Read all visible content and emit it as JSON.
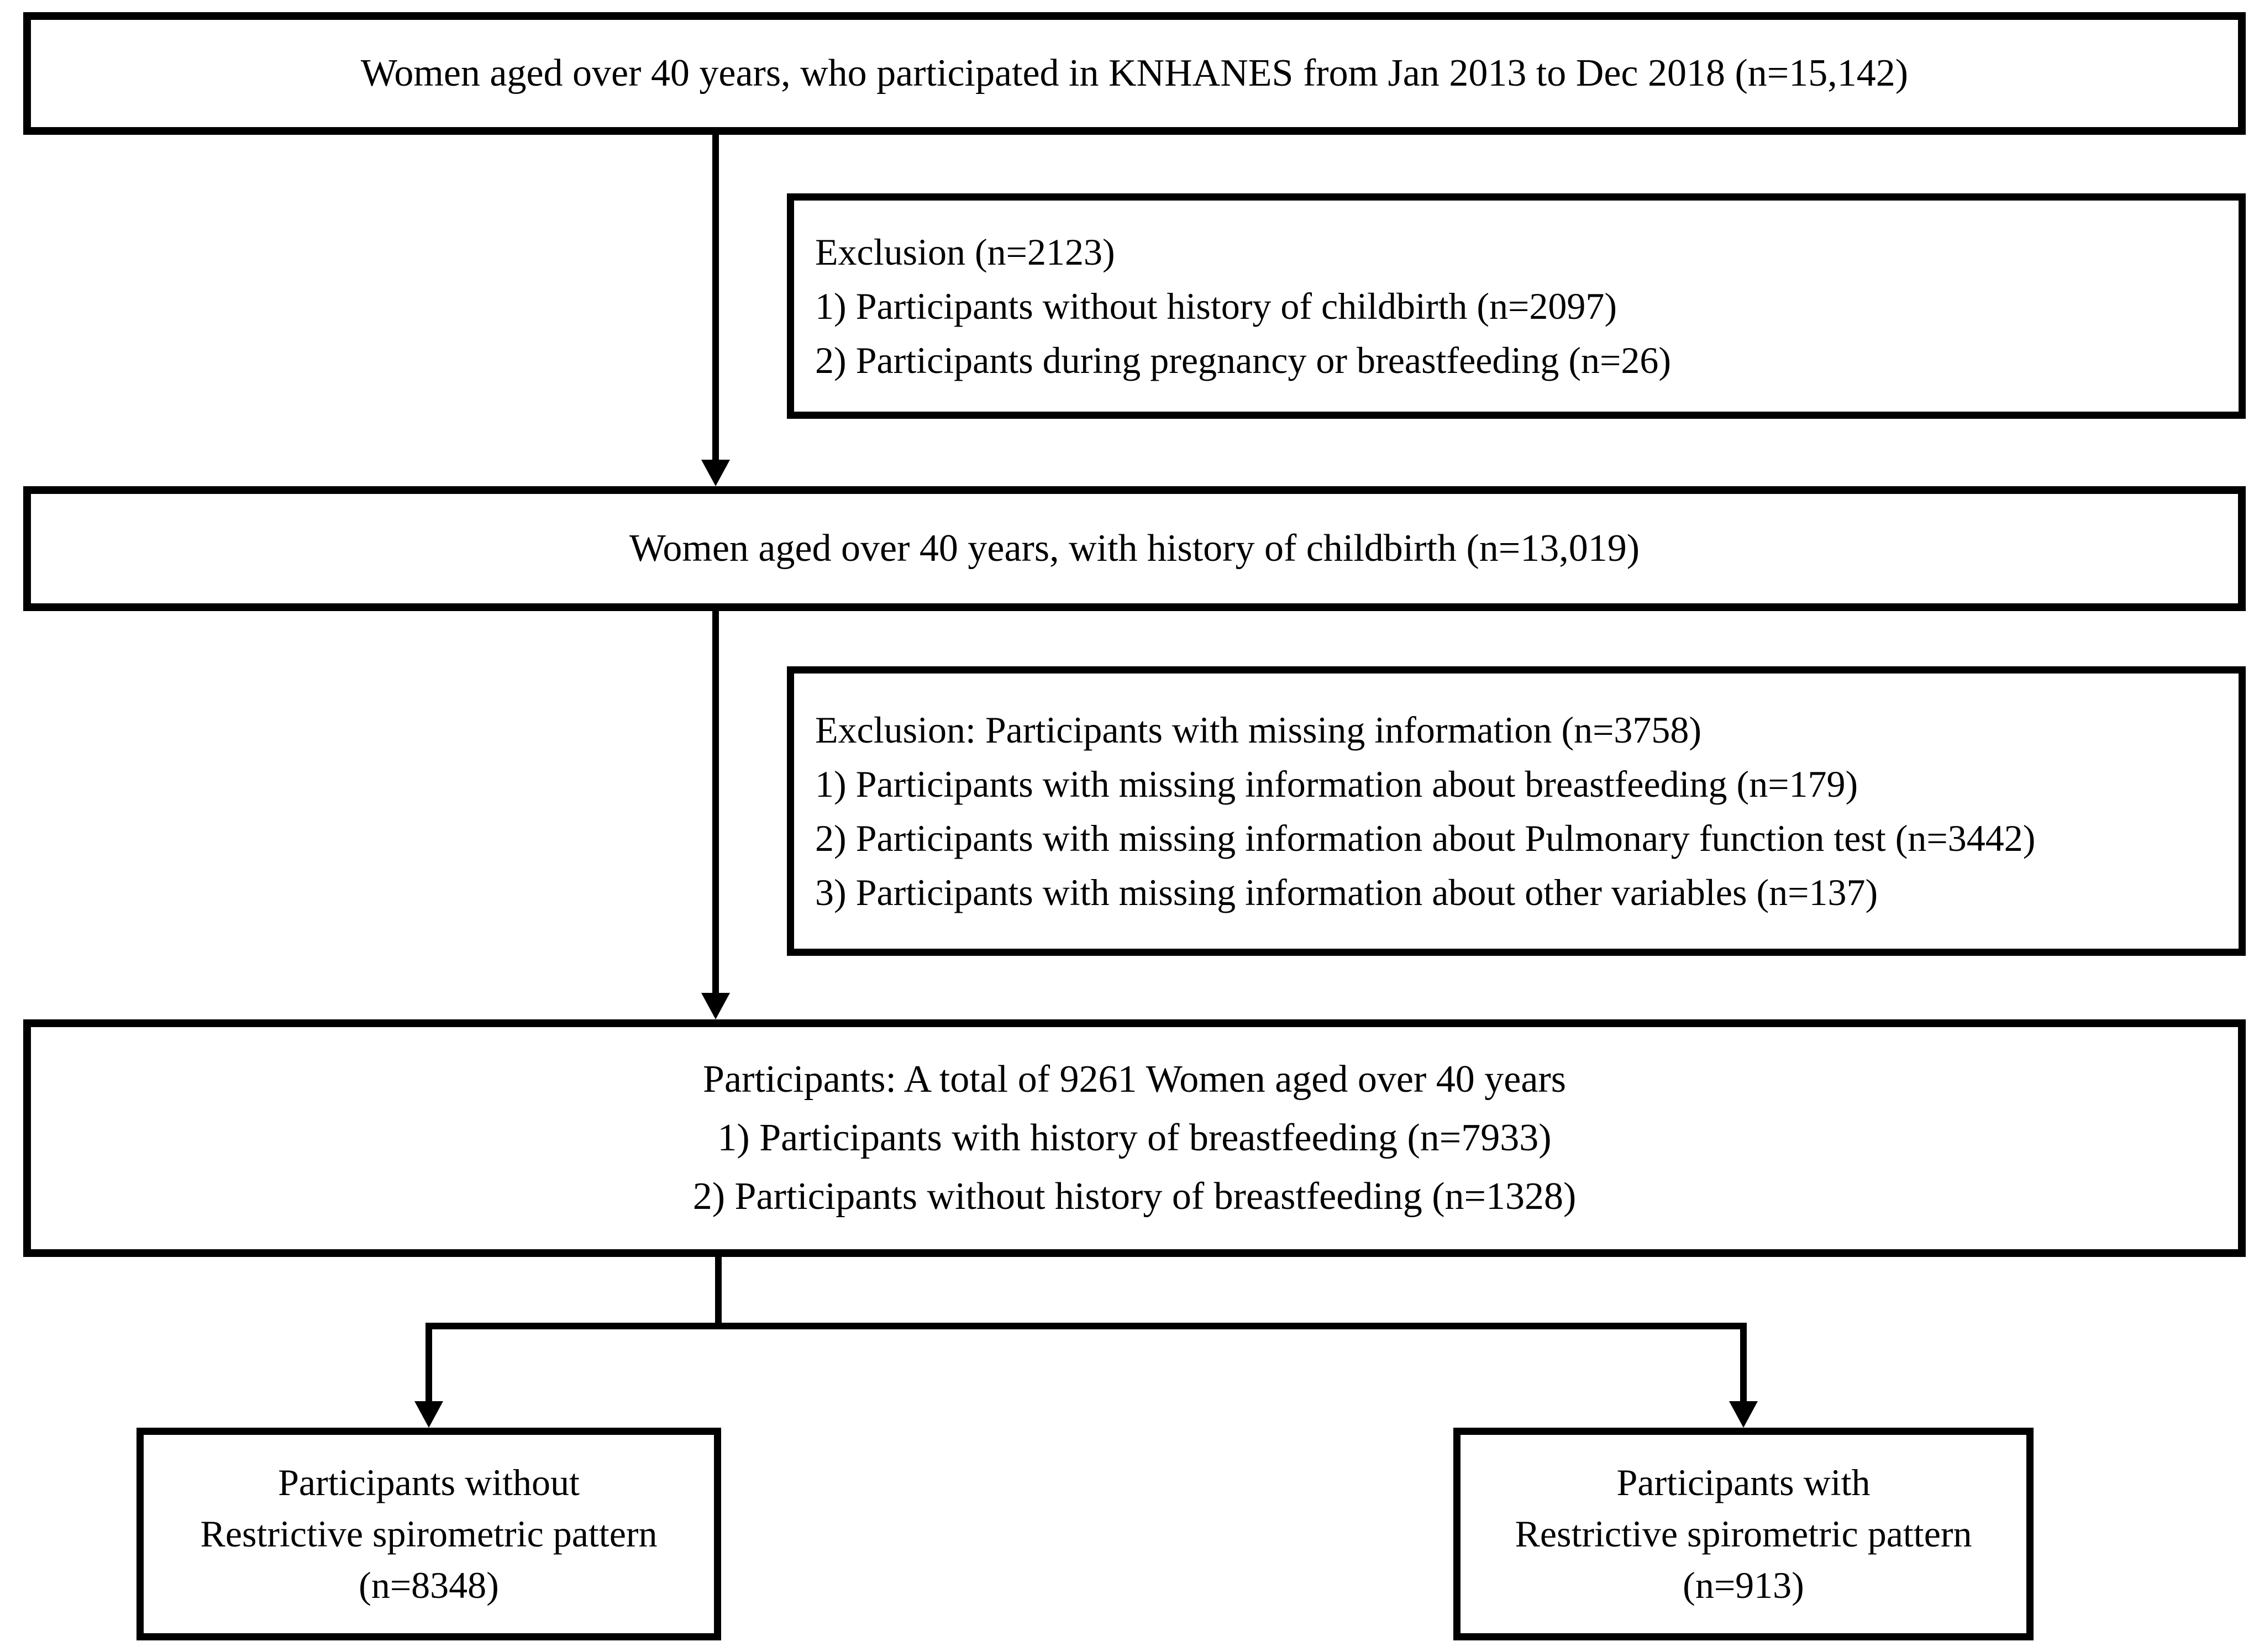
{
  "diagram": {
    "type": "participant-flowchart",
    "colors": {
      "ink": "#000000",
      "paper": "#ffffff"
    },
    "boxes": {
      "population": {
        "text": "Women aged over 40 years, who participated in KNHANES from Jan 2013 to Dec 2018 (n=15,142)"
      },
      "exclusion1": {
        "lines": [
          "Exclusion (n=2123)",
          "1) Participants without history of childbirth (n=2097)",
          "2) Participants during pregnancy or breastfeeding (n=26)"
        ]
      },
      "childbirth": {
        "text": "Women aged over 40 years, with history of childbirth (n=13,019)"
      },
      "exclusion2": {
        "lines": [
          "Exclusion: Participants with missing information (n=3758)",
          "1) Participants with missing information about breastfeeding (n=179)",
          "2) Participants with missing information about Pulmonary function test (n=3442)",
          "3) Participants with missing information about other variables (n=137)"
        ]
      },
      "participants": {
        "lines": [
          "Participants: A total of 9261 Women aged over 40 years",
          "1) Participants with history of breastfeeding (n=7933)",
          "2) Participants without history of breastfeeding (n=1328)"
        ]
      },
      "without_rsp": {
        "lines": [
          "Participants without",
          "Restrictive spirometric pattern",
          "(n=8348)"
        ]
      },
      "with_rsp": {
        "lines": [
          "Participants with",
          "Restrictive spirometric pattern",
          "(n=913)"
        ]
      }
    }
  }
}
